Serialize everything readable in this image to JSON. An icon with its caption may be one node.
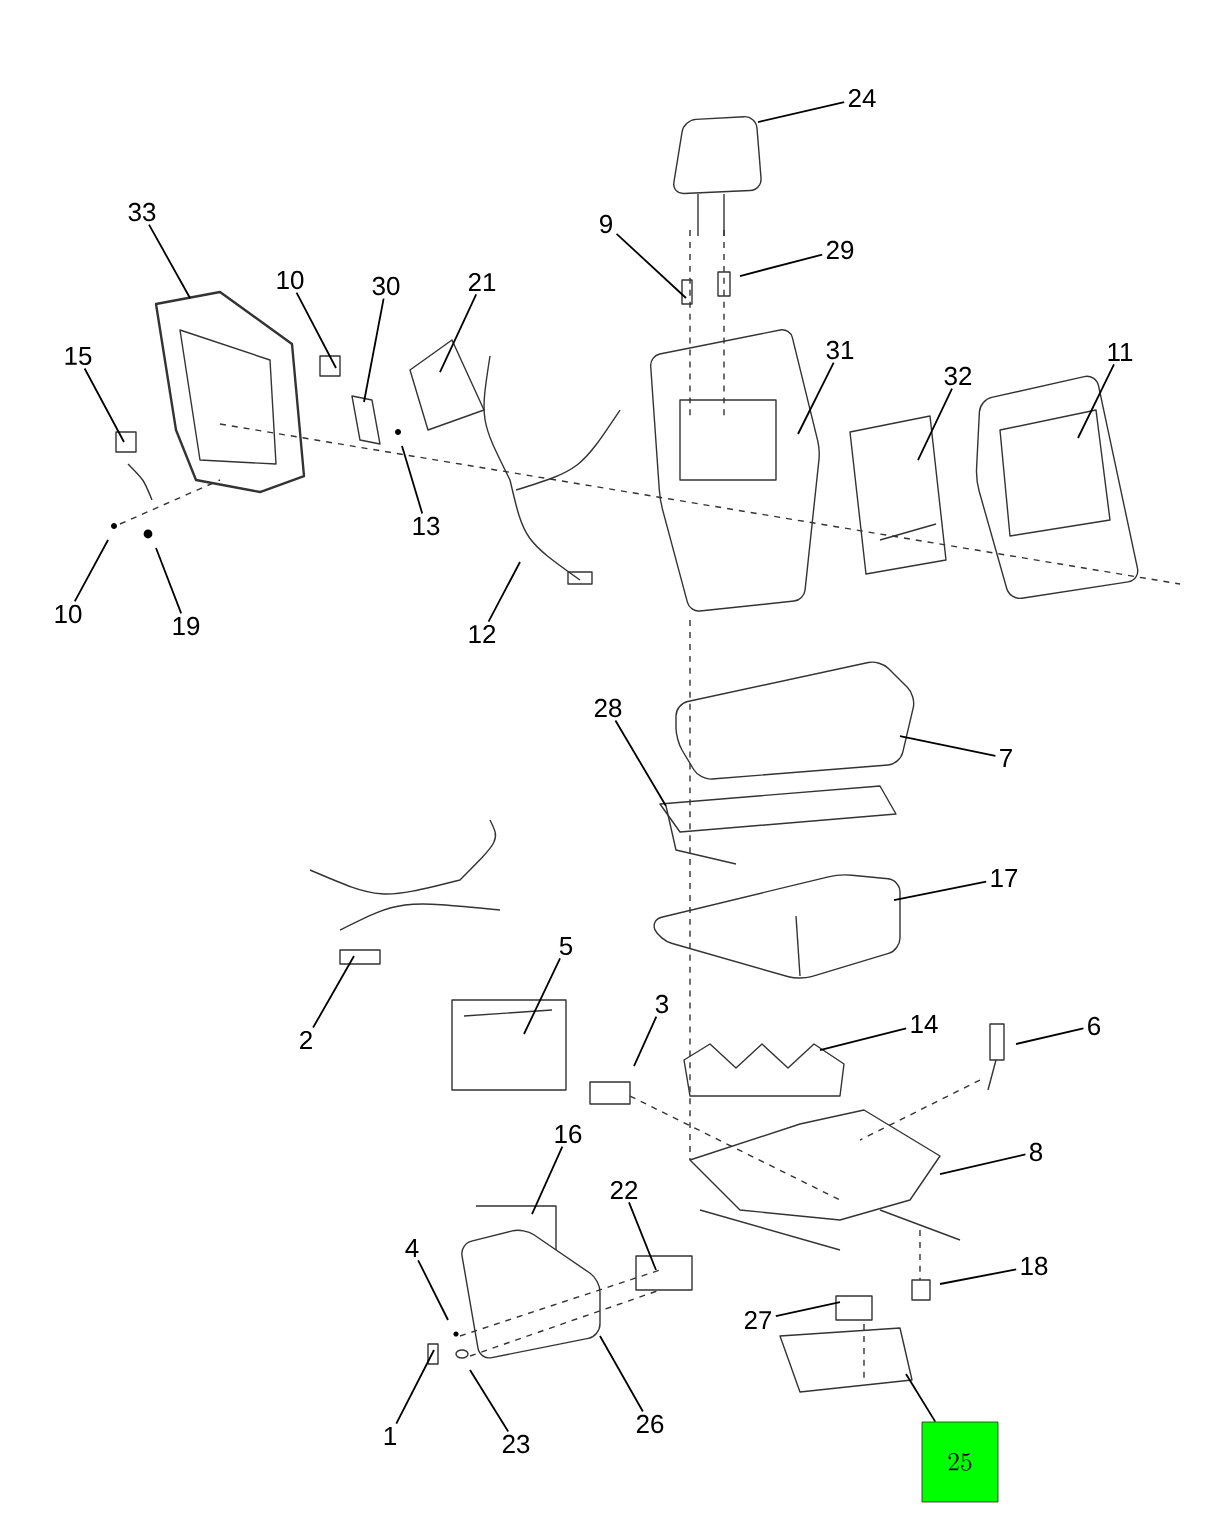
{
  "diagram": {
    "nodes": [
      {
        "text": [
          "24"
        ]
      },
      {
        "text": [
          "33"
        ]
      },
      {
        "text": [
          "9"
        ]
      },
      {
        "text": [
          "29"
        ]
      },
      {
        "text": [
          "10"
        ]
      },
      {
        "text": [
          "30"
        ]
      },
      {
        "text": [
          "21"
        ]
      },
      {
        "text": [
          "31"
        ]
      },
      {
        "text": [
          "11"
        ]
      },
      {
        "text": [
          "15"
        ]
      },
      {
        "text": [
          "32"
        ]
      },
      {
        "text": [
          "13"
        ]
      },
      {
        "text": [
          "10"
        ]
      },
      {
        "text": [
          "19"
        ]
      },
      {
        "text": [
          "12"
        ]
      },
      {
        "text": [
          "28"
        ]
      },
      {
        "text": [
          "7"
        ]
      },
      {
        "text": [
          "17"
        ]
      },
      {
        "text": [
          "5"
        ]
      },
      {
        "text": [
          "3"
        ]
      },
      {
        "text": [
          "14"
        ]
      },
      {
        "text": [
          "6"
        ]
      },
      {
        "text": [
          "2"
        ]
      },
      {
        "text": [
          "16"
        ]
      },
      {
        "text": [
          "8"
        ]
      },
      {
        "text": [
          "22"
        ]
      },
      {
        "text": [
          "4"
        ]
      },
      {
        "text": [
          "18"
        ]
      },
      {
        "text": [
          "27"
        ]
      },
      {
        "text": [
          "26"
        ]
      },
      {
        "text": [
          "1"
        ]
      },
      {
        "text": [
          "23"
        ]
      },
      {
        "text": [
          "25"
        ]
      }
    ],
    "edges": [
      {
        "from": 0,
        "to": null,
        "arrow": "none"
      },
      {
        "from": 1,
        "to": null,
        "arrow": "none"
      },
      {
        "from": 2,
        "to": null,
        "arrow": "none"
      },
      {
        "from": 3,
        "to": null,
        "arrow": "none"
      },
      {
        "from": 4,
        "to": null,
        "arrow": "none"
      },
      {
        "from": 5,
        "to": null,
        "arrow": "none"
      },
      {
        "from": 6,
        "to": null,
        "arrow": "none"
      },
      {
        "from": 7,
        "to": null,
        "arrow": "none"
      },
      {
        "from": 8,
        "to": null,
        "arrow": "none"
      },
      {
        "from": 9,
        "to": null,
        "arrow": "none"
      },
      {
        "from": 10,
        "to": null,
        "arrow": "none"
      },
      {
        "from": 11,
        "to": null,
        "arrow": "none"
      },
      {
        "from": 12,
        "to": null,
        "arrow": "none"
      },
      {
        "from": 13,
        "to": null,
        "arrow": "none"
      },
      {
        "from": 14,
        "to": null,
        "arrow": "none"
      },
      {
        "from": 15,
        "to": null,
        "arrow": "none"
      },
      {
        "from": 16,
        "to": null,
        "arrow": "none"
      },
      {
        "from": 17,
        "to": null,
        "arrow": "none"
      },
      {
        "from": 18,
        "to": null,
        "arrow": "none"
      },
      {
        "from": 19,
        "to": null,
        "arrow": "none"
      },
      {
        "from": 20,
        "to": null,
        "arrow": "none"
      },
      {
        "from": 21,
        "to": null,
        "arrow": "none"
      },
      {
        "from": 22,
        "to": null,
        "arrow": "none"
      },
      {
        "from": 23,
        "to": null,
        "arrow": "none"
      },
      {
        "from": 24,
        "to": null,
        "arrow": "none"
      },
      {
        "from": 25,
        "to": null,
        "arrow": "none"
      },
      {
        "from": 26,
        "to": null,
        "arrow": "none"
      },
      {
        "from": 27,
        "to": null,
        "arrow": "none"
      },
      {
        "from": 28,
        "to": null,
        "arrow": "none"
      },
      {
        "from": 29,
        "to": null,
        "arrow": "none"
      },
      {
        "from": 30,
        "to": null,
        "arrow": "none"
      },
      {
        "from": 31,
        "to": null,
        "arrow": "none"
      },
      {
        "from": 32,
        "to": null,
        "arrow": "none"
      }
    ]
  }
}
